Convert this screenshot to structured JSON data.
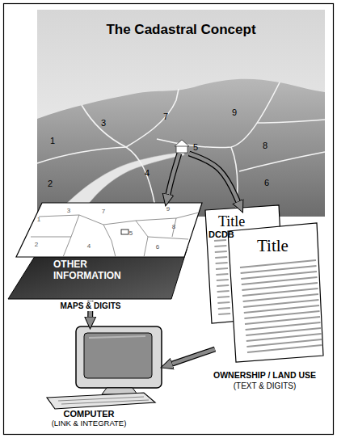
{
  "diagram": {
    "title": "The Cadastral Concept",
    "nodes": [
      {
        "text": [
          "1",
          "3",
          "7",
          "9",
          "5",
          "8",
          "2",
          "4",
          "6"
        ]
      },
      {
        "text": [
          "DCDB"
        ]
      },
      {
        "text": [
          "OTHER INFORMATION"
        ]
      },
      {
        "text": [
          "Title",
          "Title",
          "OWNERSHIP / LAND USE",
          "(TEXT & DIGITS)"
        ]
      },
      {
        "text": [
          "COMPUTER",
          "(LINK & INTEGRATE)"
        ]
      }
    ],
    "edges": [
      {
        "from": 0,
        "to": 1,
        "arrow": "to"
      },
      {
        "from": 0,
        "to": 3,
        "arrow": "to"
      },
      {
        "from": 2,
        "to": 4,
        "label": "MAPS & DIGITS",
        "arrow": "to"
      },
      {
        "from": 3,
        "to": 4,
        "arrow": "to"
      }
    ],
    "labels": [
      "1",
      "3",
      "7",
      "9",
      "2",
      "4",
      "5",
      "8",
      "6"
    ]
  }
}
